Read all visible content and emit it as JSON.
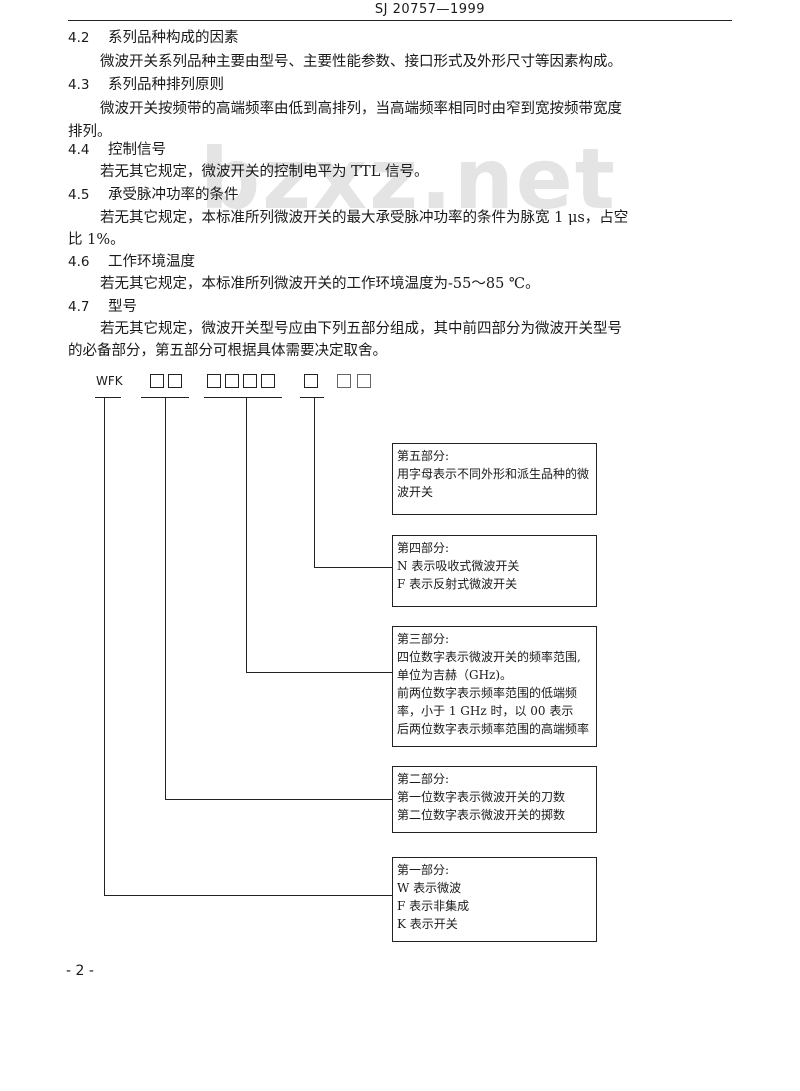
{
  "header": {
    "title": "SJ 20757—1999"
  },
  "watermark": "bzxz.net",
  "sections": [
    {
      "num": "4.2",
      "title": "系列品种构成的因素",
      "lines": [
        "微波开关系列品种主要由型号、主要性能参数、接口形式及外形尺寸等因素构成。"
      ]
    },
    {
      "num": "4.3",
      "title": "系列品种排列原则",
      "lines": [
        "微波开关按频带的高端频率由低到高排列，当高端频率相同时由窄到宽按频带宽度",
        "排列。"
      ]
    },
    {
      "num": "4.4",
      "title": "控制信号",
      "lines": [
        "若无其它规定，微波开关的控制电平为 TTL 信号。"
      ]
    },
    {
      "num": "4.5",
      "title": "承受脉冲功率的条件",
      "lines": [
        "若无其它规定，本标准所列微波开关的最大承受脉冲功率的条件为脉宽 1 μs，占空",
        "比 1%。"
      ]
    },
    {
      "num": "4.6",
      "title": "工作环境温度",
      "lines": [
        "若无其它规定，本标准所列微波开关的工作环境温度为-55～85 ℃。"
      ]
    },
    {
      "num": "4.7",
      "title": "型号",
      "lines": [
        "若无其它规定，微波开关型号应由下列五部分组成，其中前四部分为微波开关型号",
        "的必备部分，第五部分可根据具体需要决定取舍。"
      ]
    }
  ],
  "diagram": {
    "prefix": "WFK",
    "parts": [
      {
        "lines": [
          "第五部分:",
          "用字母表示不同外形和派生品种的微",
          "波开关"
        ]
      },
      {
        "lines": [
          "第四部分:",
          "N 表示吸收式微波开关",
          "F 表示反射式微波开关"
        ]
      },
      {
        "lines": [
          "第三部分:",
          "四位数字表示微波开关的频率范围,",
          "单位为吉赫（GHz)。",
          "前两位数字表示频率范围的低端频",
          "率，小于 1 GHz 时，以 00 表示",
          "后两位数字表示频率范围的高端频率"
        ]
      },
      {
        "lines": [
          "第二部分:",
          "第一位数字表示微波开关的刀数",
          "第二位数字表示微波开关的掷数"
        ]
      },
      {
        "lines": [
          "第一部分:",
          "W 表示微波",
          "F 表示非集成",
          "K 表示开关"
        ]
      }
    ]
  },
  "page_number": "- 2 -"
}
